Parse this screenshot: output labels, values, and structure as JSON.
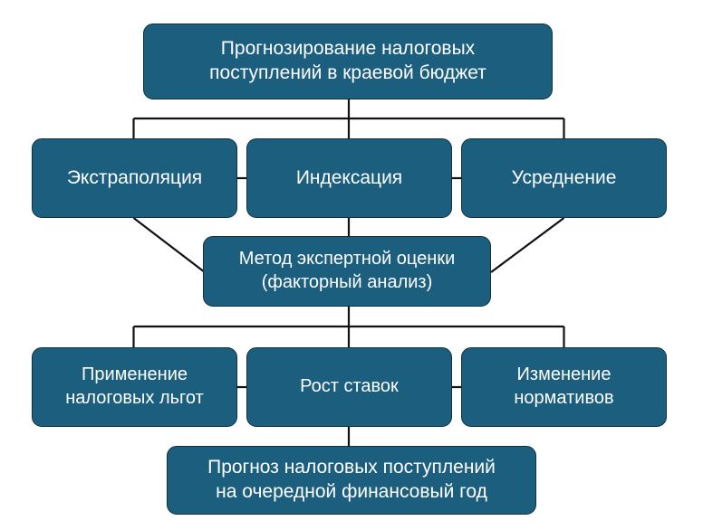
{
  "diagram": {
    "title": "Прогнозирование налоговых поступлений в краевой бюджет",
    "theme": {
      "node_fill": "#1b5e7e",
      "node_border": "#10323f",
      "node_text": "#ffffff",
      "connector": "#000000",
      "background": "#ffffff"
    },
    "nodes": {
      "root": {
        "label": "Прогнозирование налоговых\nпоступлений в краевой бюджет",
        "level": 1
      },
      "extrapolation": {
        "label": "Экстраполяция",
        "level": 2
      },
      "indexation": {
        "label": "Индексация",
        "level": 2
      },
      "averaging": {
        "label": "Усреднение",
        "level": 2
      },
      "expert_method": {
        "label": "Метод экспертной оценки\n(факторный анализ)",
        "level": 3
      },
      "tax_benefits": {
        "label": "Применение\nналоговых льгот",
        "level": 4
      },
      "rate_growth": {
        "label": "Рост ставок",
        "level": 4
      },
      "norm_change": {
        "label": "Изменение\nнормативов",
        "level": 4
      },
      "forecast_result": {
        "label": "Прогноз налоговых поступлений\nна очередной финансовый год",
        "level": 5
      }
    },
    "edges": [
      {
        "from": "root",
        "to": "extrapolation",
        "style": "orthogonal"
      },
      {
        "from": "root",
        "to": "indexation",
        "style": "orthogonal"
      },
      {
        "from": "root",
        "to": "averaging",
        "style": "orthogonal"
      },
      {
        "from": "extrapolation",
        "to": "indexation",
        "style": "straight"
      },
      {
        "from": "indexation",
        "to": "averaging",
        "style": "straight"
      },
      {
        "from": "extrapolation",
        "to": "expert_method",
        "style": "diagonal"
      },
      {
        "from": "indexation",
        "to": "expert_method",
        "style": "straight"
      },
      {
        "from": "averaging",
        "to": "expert_method",
        "style": "diagonal"
      },
      {
        "from": "expert_method",
        "to": "tax_benefits",
        "style": "orthogonal"
      },
      {
        "from": "expert_method",
        "to": "rate_growth",
        "style": "orthogonal"
      },
      {
        "from": "expert_method",
        "to": "norm_change",
        "style": "orthogonal"
      },
      {
        "from": "tax_benefits",
        "to": "rate_growth",
        "style": "straight"
      },
      {
        "from": "rate_growth",
        "to": "norm_change",
        "style": "straight"
      },
      {
        "from": "rate_growth",
        "to": "forecast_result",
        "style": "straight"
      }
    ]
  }
}
